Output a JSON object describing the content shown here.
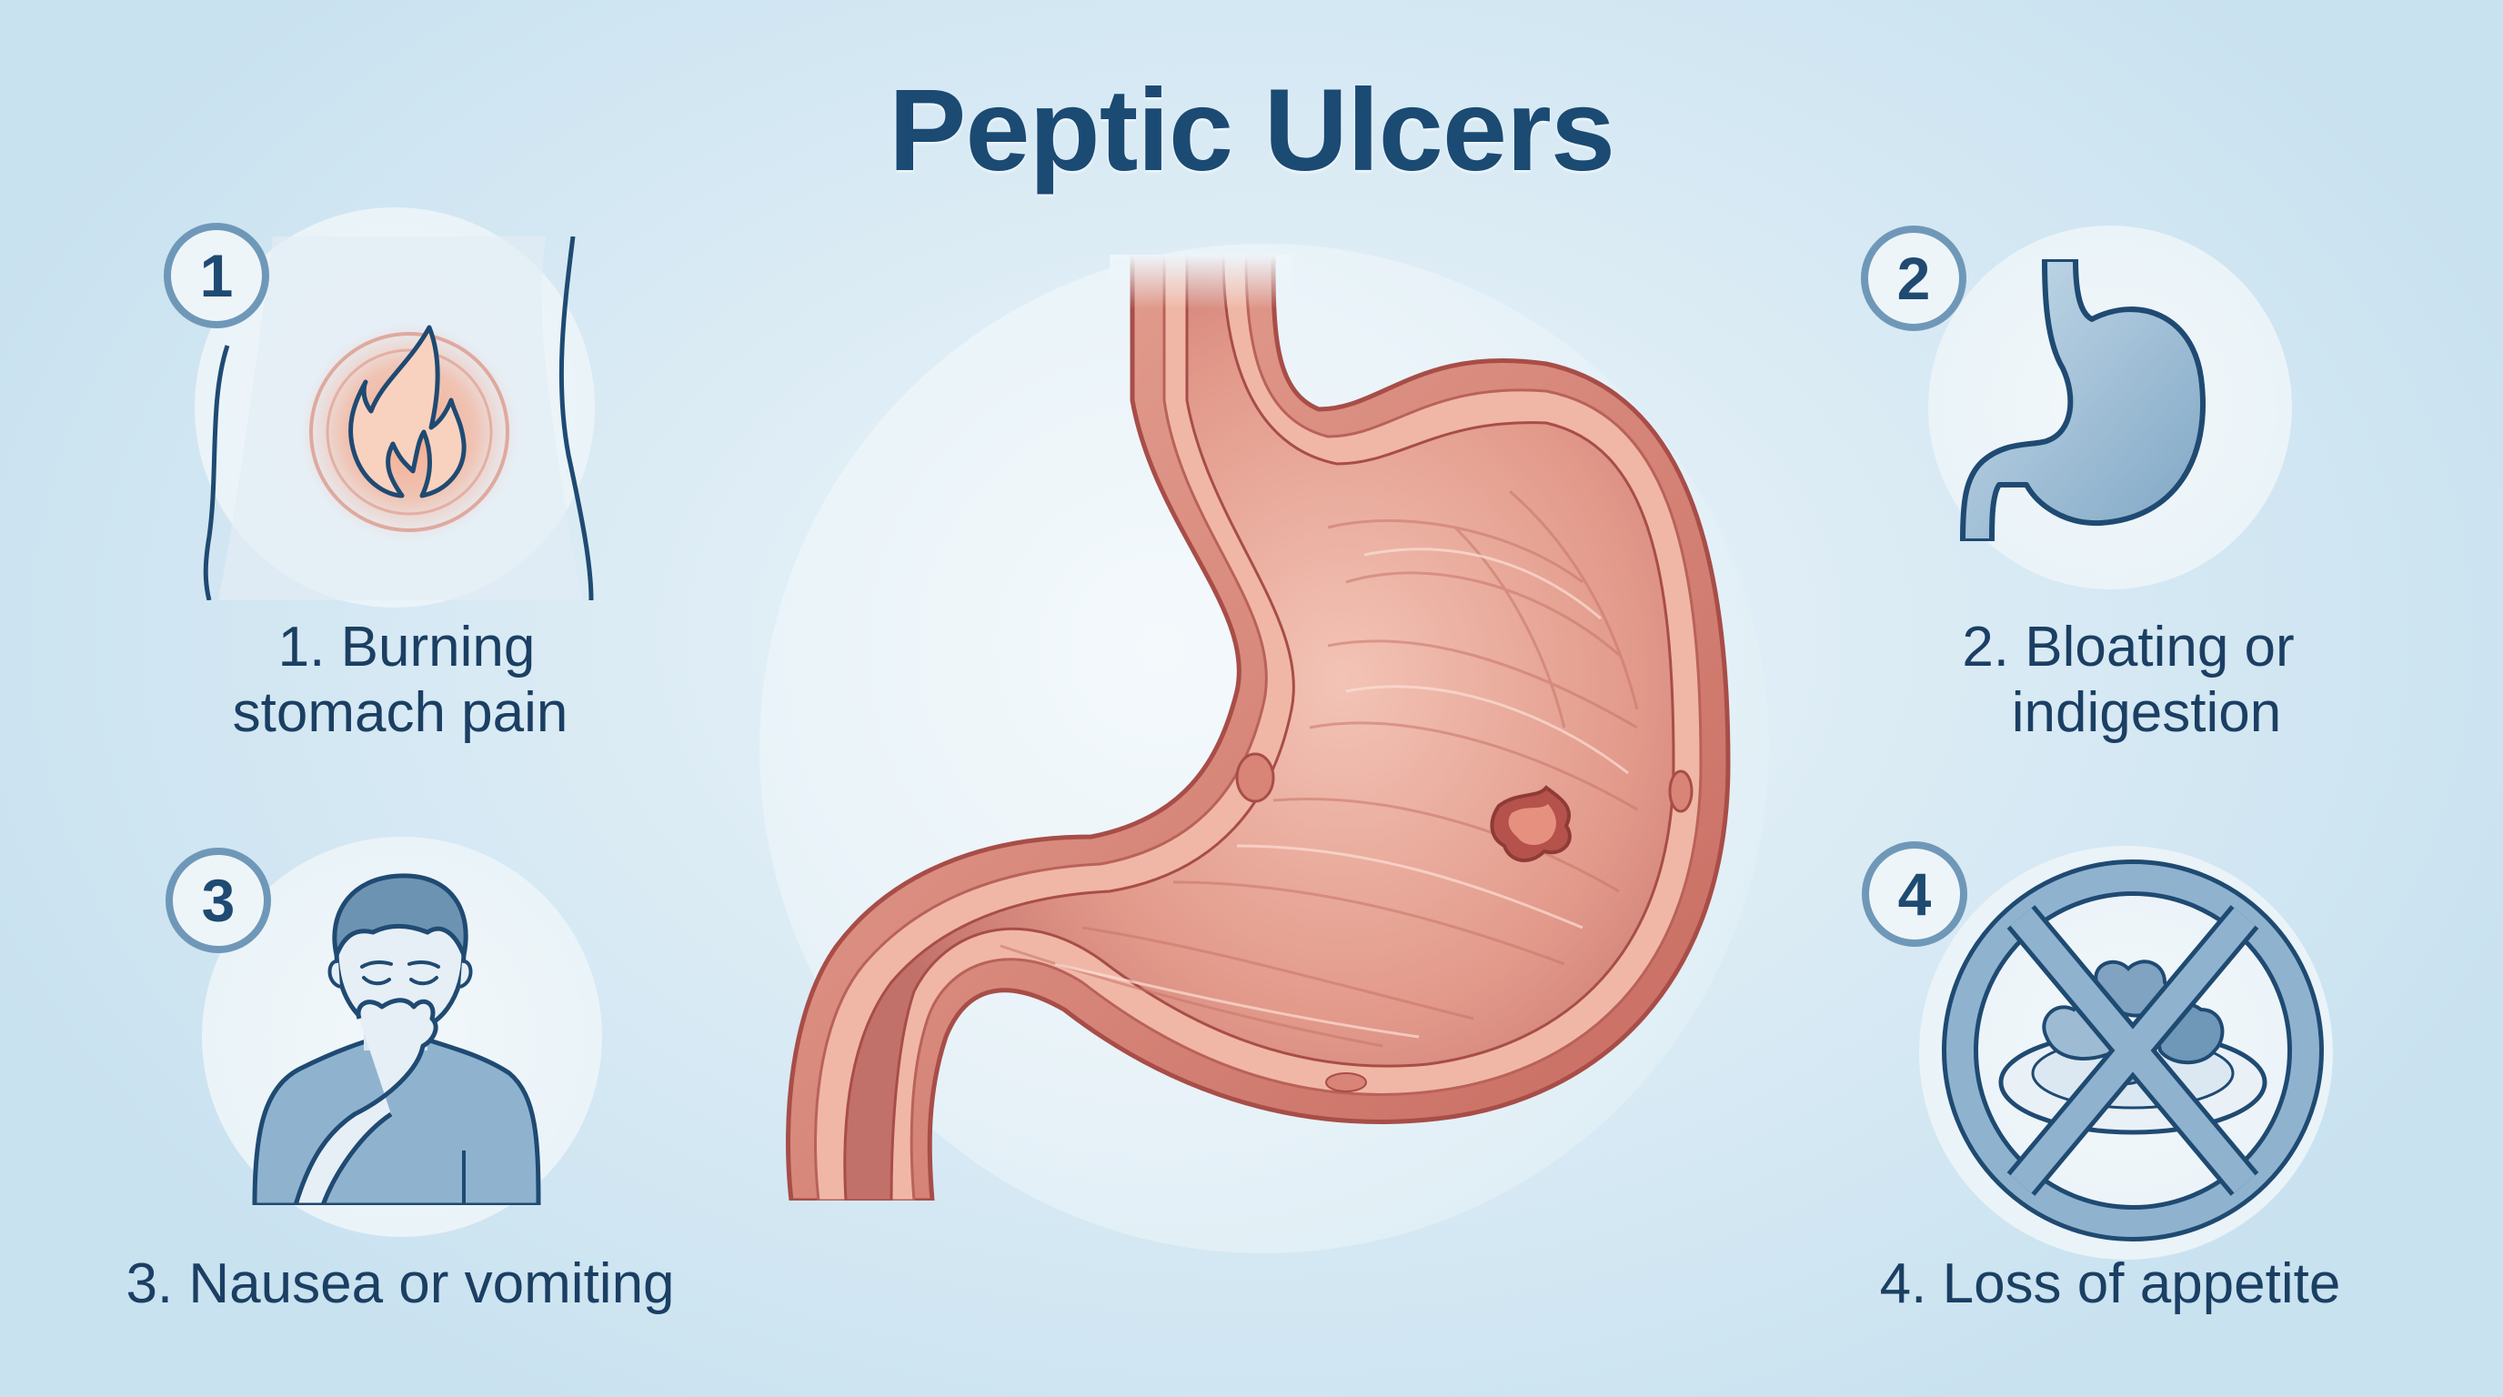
{
  "title": "Peptic Ulcers",
  "colors": {
    "title": "#1b4a73",
    "text": "#1b3f63",
    "badge_border": "#6f98b8",
    "icon_stroke": "#1f4a72",
    "icon_fill": "#8fb3cf",
    "tissue": "#d9897c",
    "tissue_dark": "#a84d48",
    "background_edge": "#c9e2f0",
    "background_center": "#eef6fa"
  },
  "center_illustration": {
    "name": "stomach-cross-section",
    "features": [
      "esophagus",
      "stomach lining with rugae",
      "ulcer crater",
      "duodenum"
    ]
  },
  "symptoms": [
    {
      "number": "1",
      "label_line1": "1. Burning",
      "label_line2": "stomach pain",
      "icon": "abdomen-flame-icon"
    },
    {
      "number": "2",
      "label_line1": "2. Bloating or",
      "label_line2": "indigestion",
      "icon": "stomach-icon"
    },
    {
      "number": "3",
      "label_line1": "3. Nausea or vomiting",
      "label_line2": "",
      "icon": "nauseous-person-icon"
    },
    {
      "number": "4",
      "label_line1": "4. Loss of appetite",
      "label_line2": "",
      "icon": "no-food-icon"
    }
  ]
}
